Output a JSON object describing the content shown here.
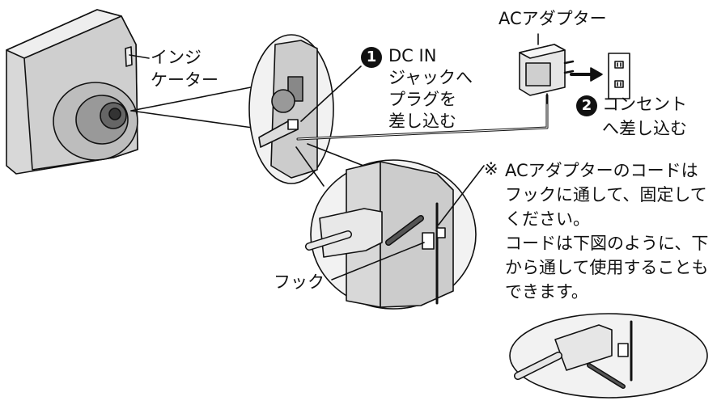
{
  "labels": {
    "indicator_line1": "インジ",
    "indicator_line2": "ケーター",
    "ac_adapter": "ACアダプター",
    "step1_number": "1",
    "step1_lines": [
      "DC IN",
      "ジャックへ",
      "プラグを",
      "差し込む"
    ],
    "step2_number": "2",
    "step2_line1": "コンセント",
    "step2_line2": "へ差し込む",
    "note_mark": "※",
    "note_lines": [
      "ACアダプターのコードは",
      "フックに通して、固定して",
      "ください。",
      "コードは下図のように、下",
      "から通して使用することも",
      "できます。"
    ],
    "hook": "フック"
  },
  "icons": [
    "camera-device",
    "dc-plug",
    "ac-adapter",
    "wall-outlet",
    "arrow-right",
    "hook"
  ]
}
